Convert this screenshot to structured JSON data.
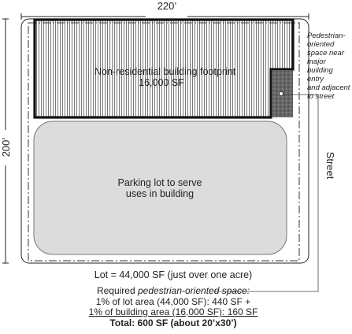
{
  "dimensions": {
    "width_label": "220’",
    "depth_label": "200’"
  },
  "building": {
    "line1": "Non-residential building footprint",
    "line2": "16,000 SF"
  },
  "parking": {
    "line1": "Parking lot to serve",
    "line2": "uses in building"
  },
  "street_label": "Street",
  "pedestrian_note": [
    "Pedestrian-",
    "oriented",
    "space near",
    "major",
    "building entry",
    "and adjacent",
    "to street"
  ],
  "lot_area": "Lot = 44,000 SF (just over one acre)",
  "requirement": {
    "intro": "Required ",
    "intro_italic": "pedestrian-oriented space:",
    "line1": "1% of lot area (44,000 SF): 440 SF +",
    "line2": "1% of building area (16,000 SF): 160 SF",
    "total": "Total: 600 SF (about 20’x30’)"
  },
  "colors": {
    "lot_fill": "#ffffff",
    "parking_fill": "#dcdcdc",
    "outline": "#222222",
    "plaza_fill": "#555555"
  }
}
